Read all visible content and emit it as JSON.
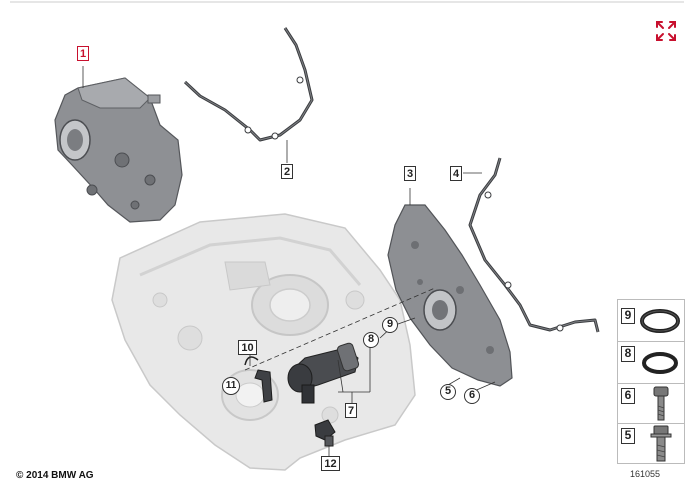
{
  "header": {
    "expand_icon": "expand-arrows-icon",
    "accent_color": "#c8102e"
  },
  "callouts": [
    {
      "label": "1",
      "style": "box",
      "selected": true
    },
    {
      "label": "2",
      "style": "box",
      "selected": false
    },
    {
      "label": "3",
      "style": "box",
      "selected": false
    },
    {
      "label": "4",
      "style": "box",
      "selected": false
    },
    {
      "label": "5",
      "style": "circle",
      "selected": false
    },
    {
      "label": "6",
      "style": "circle",
      "selected": false
    },
    {
      "label": "7",
      "style": "box",
      "selected": false
    },
    {
      "label": "8",
      "style": "circle",
      "selected": false
    },
    {
      "label": "9",
      "style": "circle",
      "selected": false
    },
    {
      "label": "10",
      "style": "box",
      "selected": false
    },
    {
      "label": "11",
      "style": "circle",
      "selected": false
    },
    {
      "label": "12",
      "style": "box",
      "selected": false
    }
  ],
  "side_panel": {
    "items": [
      {
        "label": "9",
        "part": "o-ring-large"
      },
      {
        "label": "8",
        "part": "o-ring-small"
      },
      {
        "label": "6",
        "part": "bolt-short"
      },
      {
        "label": "5",
        "part": "bolt-flanged"
      }
    ]
  },
  "footer": {
    "copyright": "© 2014 BMW AG",
    "diagram_number": "161055"
  }
}
